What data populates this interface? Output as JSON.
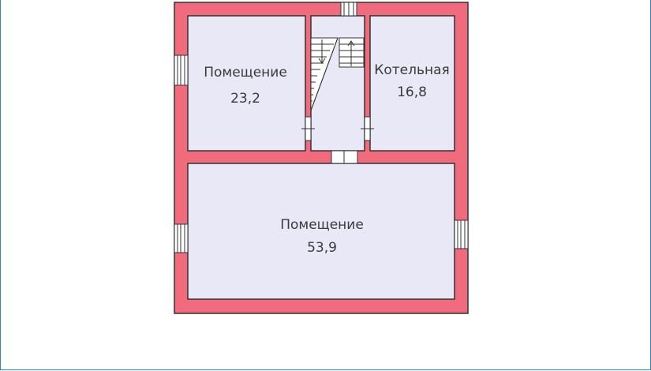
{
  "colors": {
    "wall": "#f06b7c",
    "wall_outline": "#333333",
    "room_fill": "#e9e8f7",
    "frame_border": "#2f86c5",
    "text": "#3a3a3a"
  },
  "rooms": [
    {
      "name": "Помещение",
      "area": "23,2"
    },
    {
      "name": "Котельная",
      "area": "16,8"
    },
    {
      "name": "Помещение",
      "area": "53,9"
    }
  ]
}
